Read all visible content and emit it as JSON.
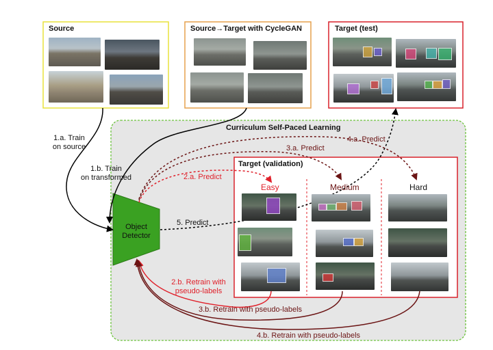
{
  "panels": {
    "source": "Source",
    "cyclegan": "Source→Target with CycleGAN",
    "target_test": "Target (test)",
    "curriculum": "Curriculum Self-Paced Learning",
    "target_val": "Target (validation)"
  },
  "difficulty": {
    "easy": "Easy",
    "medium": "Medium",
    "hard": "Hard"
  },
  "detector": {
    "line1": "Object",
    "line2": "Detector"
  },
  "labels": {
    "train_source_1": "1.a. Train",
    "train_source_2": "on source",
    "train_transformed_1": "1.b. Train",
    "train_transformed_2": "on transformed",
    "predict_2a": "2.a. Predict",
    "predict_3a": "3.a. Predict",
    "predict_4a": "4.a. Predict",
    "predict_5": "5. Predict",
    "retrain_2b_1": "2.b. Retrain with",
    "retrain_2b_2": "pseudo-labels",
    "retrain_3b": "3.b. Retrain with pseudo-labels",
    "retrain_4b": "4.b. Retrain with pseudo-labels"
  },
  "colors": {
    "source_border": "#e8e23a",
    "cyclegan_border": "#e6a04c",
    "target_red": "#d9202a",
    "easy_red": "#e0202a",
    "dark_red": "#6b1414",
    "detector_green": "#3aa122",
    "curriculum_border": "#6cc23c",
    "curriculum_fill": "#e6e6e6"
  }
}
